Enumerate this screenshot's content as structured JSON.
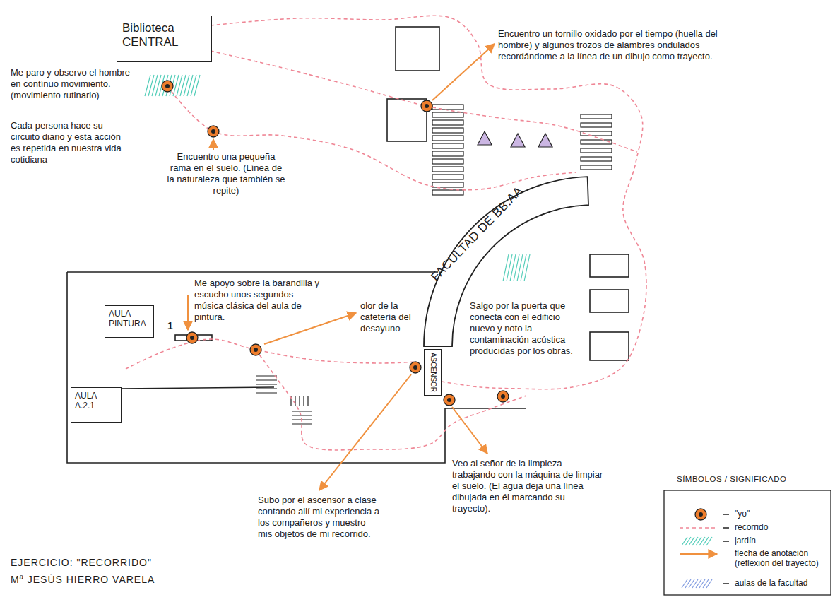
{
  "diagram": {
    "nodes": [
      {
        "text": [
          "Biblioteca CENTRAL"
        ]
      },
      {
        "text": [
          "FACULTAD DE BB.AA"
        ]
      },
      {
        "text": [
          "AULA PINTURA"
        ]
      },
      {
        "text": [
          "AULA A.2.1"
        ]
      },
      {
        "text": [
          "ASCENSOR"
        ]
      }
    ],
    "labels": [
      "Me paro y observo el hombre en contínuo movimiento. (movimiento rutinario)",
      "Cada persona hace su circuito diario y esta acción es repetida en nuestra vida cotidiana",
      "Encuentro una pequeña rama en el suelo. (Línea de la naturaleza que también se repite)",
      "Encuentro un tornillo oxidado por el tiempo (huella del hombre) y algunos trozos de alambres ondulados recordándome a la línea de un dibujo como trayecto.",
      "Me apoyo sobre la barandilla y escucho unos segundos música clásica del aula de pintura.",
      "1",
      "olor de la cafetería del desayuno",
      "Salgo por la puerta que conecta con el edificio nuevo y noto la contaminación acústica producidas por los obras.",
      "Subo por el ascensor a clase contando allí mi experiencia a los compañeros y muestro mis objetos de mi recorrido.",
      "Veo al señor de la limpieza trabajando con la máquina de limpiar el suelo. (El agua deja una línea dibujada en él marcando su trayecto).",
      "EJERCICIO: \"RECORRIDO\"",
      "Mª JESÚS HIERRO VARELA",
      "SÍMBOLOS / SIGNIFICADO"
    ],
    "legend": [
      {
        "text": "\"yo\""
      },
      {
        "text": "recorrido"
      },
      {
        "text": "jardín"
      },
      {
        "text": "flecha de anotación (reflexión del trayecto)"
      },
      {
        "text": "aulas de la facultad"
      }
    ]
  }
}
